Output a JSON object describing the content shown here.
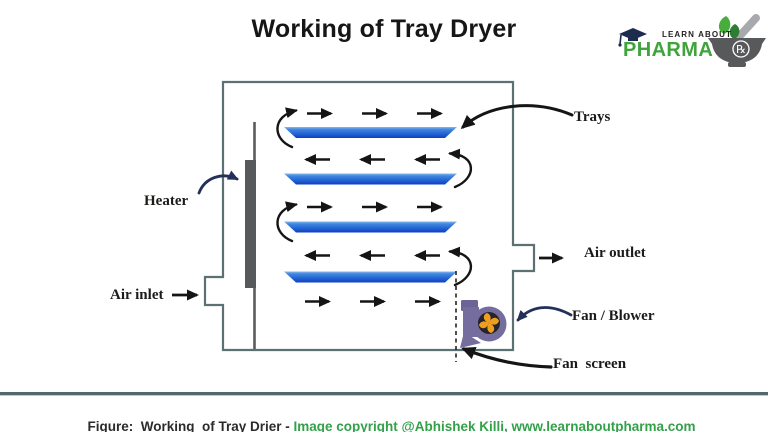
{
  "title": "Working of Tray Dryer",
  "logo": {
    "learn_about": "LEARN ABOUT",
    "pharma": "PHARMA",
    "rx": "℞"
  },
  "diagram": {
    "labels": {
      "trays": "Trays",
      "heater": "Heater",
      "air_inlet": "Air inlet",
      "air_outlet": "Air outlet",
      "fan_blower": "Fan / Blower",
      "fan_screen": "Fan  screen"
    }
  },
  "caption": {
    "figure_text": "Figure:  Working  of Tray Drier - ",
    "credit_text": "Image copyright @Abhishek Killi, www.learnaboutpharma.com"
  },
  "colors": {
    "tray_blue": "#2465d3",
    "heater_gray": "#58595b",
    "chamber_border": "#5d7074",
    "blower_purple": "#746d9e",
    "fan_orange": "#ef9f1f",
    "arrow_black": "#151515",
    "arrow_navy": "#22305a",
    "brand_green": "#3fa43c",
    "credit_green": "#33a04a",
    "separator": "#53686d"
  }
}
